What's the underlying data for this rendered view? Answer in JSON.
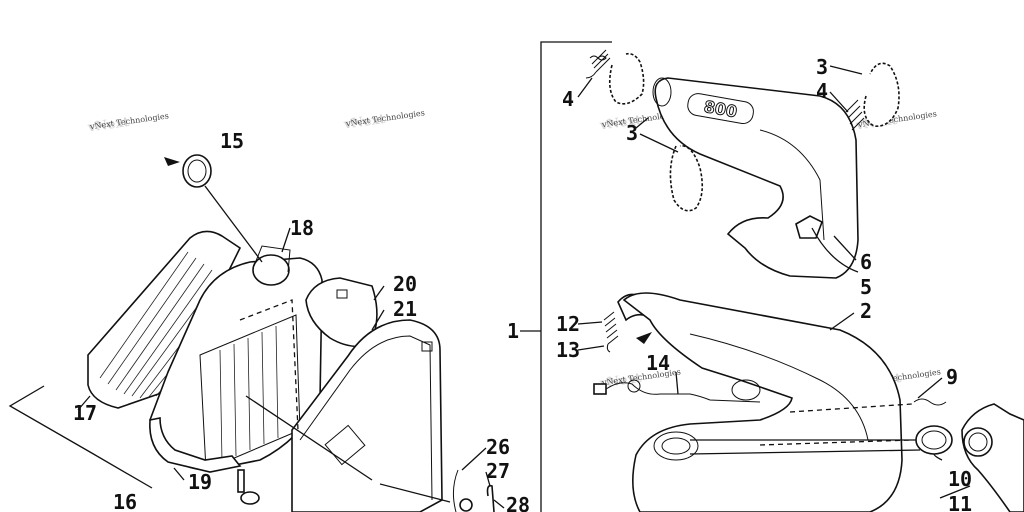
{
  "watermark": "vNext Technologies",
  "callouts": [
    "1",
    "2",
    "3",
    "3",
    "4",
    "4",
    "5",
    "6",
    "9",
    "10",
    "11",
    "12",
    "13",
    "14",
    "15",
    "16",
    "17",
    "18",
    "19",
    "20",
    "21",
    "26",
    "27",
    "28"
  ],
  "decal_text": "800"
}
